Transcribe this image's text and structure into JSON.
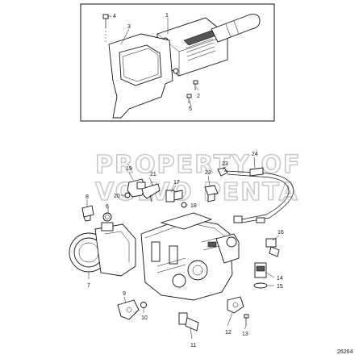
{
  "figure_number": "26264",
  "watermark": {
    "line1": "PROPERTY OF",
    "line2": "VOLVO PENTA"
  },
  "callouts": [
    "1",
    "2",
    "3",
    "4",
    "5",
    "6",
    "7",
    "8",
    "9",
    "10",
    "11",
    "12",
    "13",
    "14",
    "15",
    "16",
    "17",
    "18",
    "19",
    "20",
    "21",
    "22",
    "23",
    "24"
  ]
}
